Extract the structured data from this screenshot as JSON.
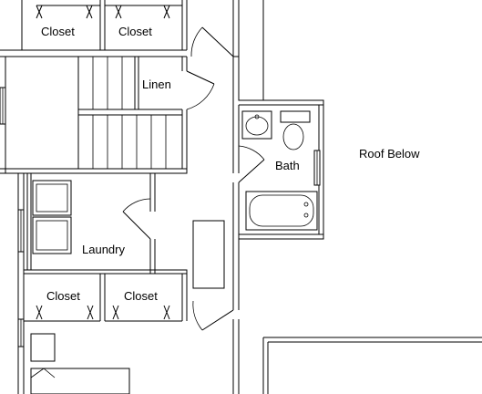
{
  "labels": {
    "closet_top_left": "Closet",
    "closet_top_right": "Closet",
    "linen": "Linen",
    "bath": "Bath",
    "roof_below": "Roof Below",
    "laundry": "Laundry",
    "closet_bottom_left": "Closet",
    "closet_bottom_right": "Closet"
  }
}
